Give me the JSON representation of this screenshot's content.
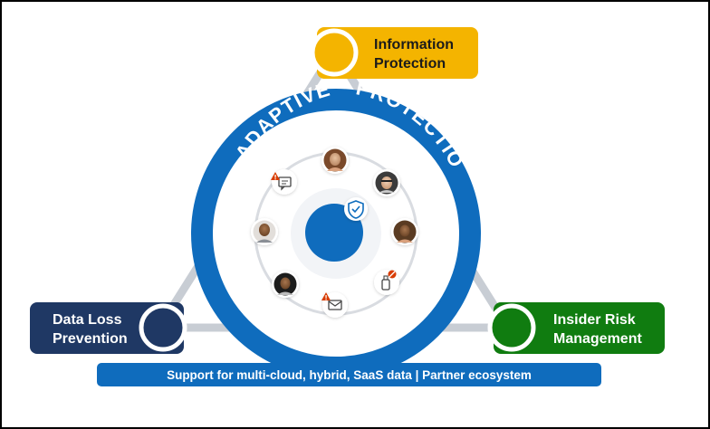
{
  "arc_title": {
    "left": "ADAPTIVE",
    "right": "PROTECTION"
  },
  "nodes": {
    "information_protection": {
      "line1": "Information",
      "line2": "Protection",
      "color": "#F4B400"
    },
    "data_loss_prevention": {
      "line1": "Data Loss",
      "line2": "Prevention",
      "color": "#1F3864"
    },
    "insider_risk_management": {
      "line1": "Insider Risk",
      "line2": "Management",
      "color": "#107C10"
    }
  },
  "banner": {
    "text": "Support for multi-cloud, hybrid, SaaS data | Partner ecosystem",
    "color": "#0F6CBD"
  },
  "colors": {
    "ring": "#0F6CBD",
    "triangle": "#C8CDD4",
    "orbit": "#D9DCE1",
    "alert": "#D83B01"
  },
  "icons": {
    "center": "shield-check-icon",
    "orbit": [
      "person-avatar",
      "person-avatar",
      "person-avatar",
      "person-avatar",
      "person-avatar",
      "chat-alert-icon",
      "email-alert-icon",
      "usb-blocked-icon"
    ]
  }
}
